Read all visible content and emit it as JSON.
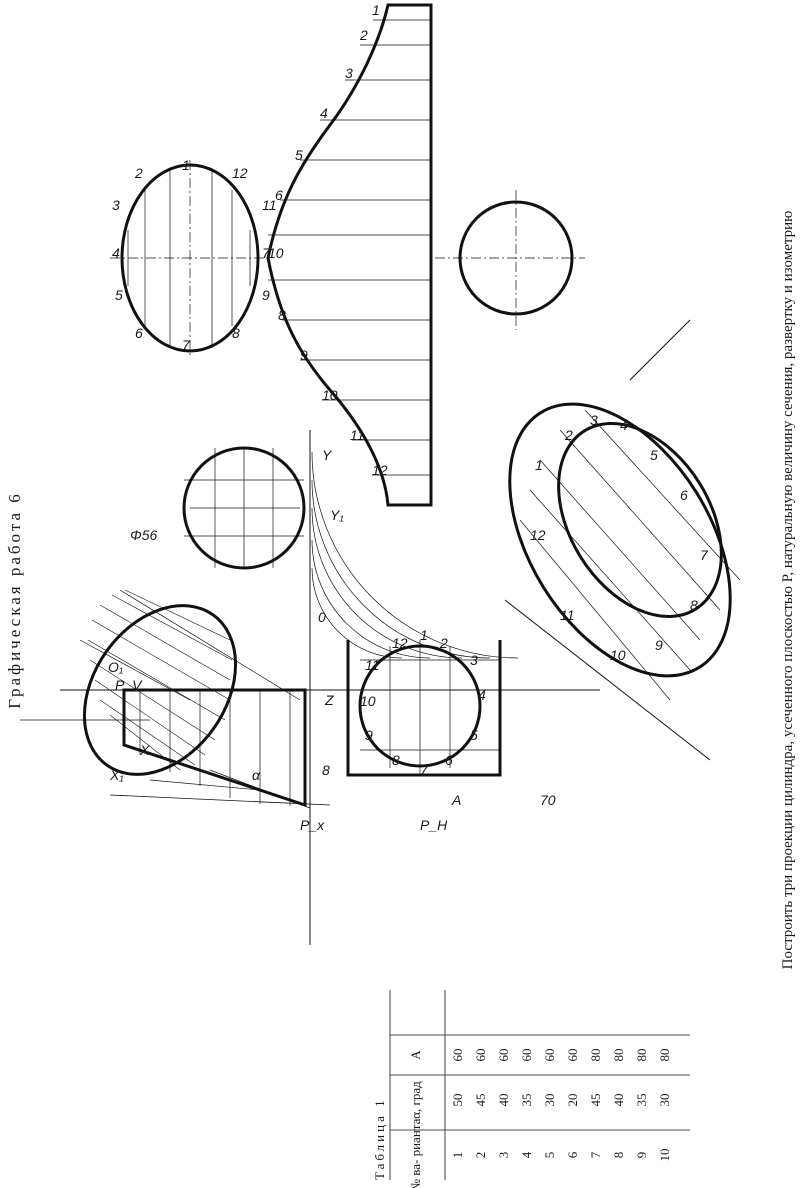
{
  "title": "Графическая работа 6",
  "caption": "Построить три проекции цилиндра, усеченного плоскостью P, натуральную величину сечения, развертку и изометрию",
  "axes": {
    "x": "X",
    "y": "Y",
    "z": "Z",
    "y1": "Y₁",
    "x1": "X₁",
    "o": "0",
    "pv": "P_V",
    "px": "P_x",
    "ph": "P_H",
    "o1": "O₁",
    "alpha": "α",
    "diam": "Φ56"
  },
  "dimensions": {
    "a": "A",
    "seventy": "70",
    "eight": "8"
  },
  "front_labels": [
    "1'",
    "2'",
    "3'",
    "4'",
    "5'",
    "6'",
    "8'",
    "9'",
    "10'",
    "11'",
    "12'"
  ],
  "profile_labels": [
    "1\"",
    "2\"",
    "3\"",
    "4\"",
    "5\"",
    "6\"",
    "7\"",
    "8\"",
    "9\"",
    "10\"",
    "11\"",
    "12\""
  ],
  "plan_labels": [
    "1",
    "2",
    "3",
    "4",
    "5",
    "6",
    "7",
    "8",
    "9",
    "10",
    "11",
    "12"
  ],
  "section_labels": [
    "1",
    "2",
    "3",
    "4",
    "5",
    "6",
    "7",
    "8",
    "9",
    "10",
    "11",
    "12"
  ],
  "development_labels": [
    "1",
    "2",
    "3",
    "4",
    "5",
    "6",
    "7",
    "8",
    "9",
    "10",
    "11",
    "12"
  ],
  "iso_labels": [
    "1",
    "2",
    "3",
    "4",
    "5",
    "6",
    "7",
    "8",
    "9",
    "10",
    "11",
    "12"
  ],
  "table": {
    "title": "Таблица 1",
    "headers": [
      "№ ва-\nрианта",
      "α,\nград",
      "A"
    ],
    "rows": [
      [
        "1",
        "50",
        "60"
      ],
      [
        "2",
        "45",
        "60"
      ],
      [
        "3",
        "40",
        "60"
      ],
      [
        "4",
        "35",
        "60"
      ],
      [
        "5",
        "30",
        "60"
      ],
      [
        "6",
        "20",
        "60"
      ],
      [
        "7",
        "45",
        "80"
      ],
      [
        "8",
        "40",
        "80"
      ],
      [
        "9",
        "35",
        "80"
      ],
      [
        "10",
        "30",
        "80"
      ]
    ]
  }
}
